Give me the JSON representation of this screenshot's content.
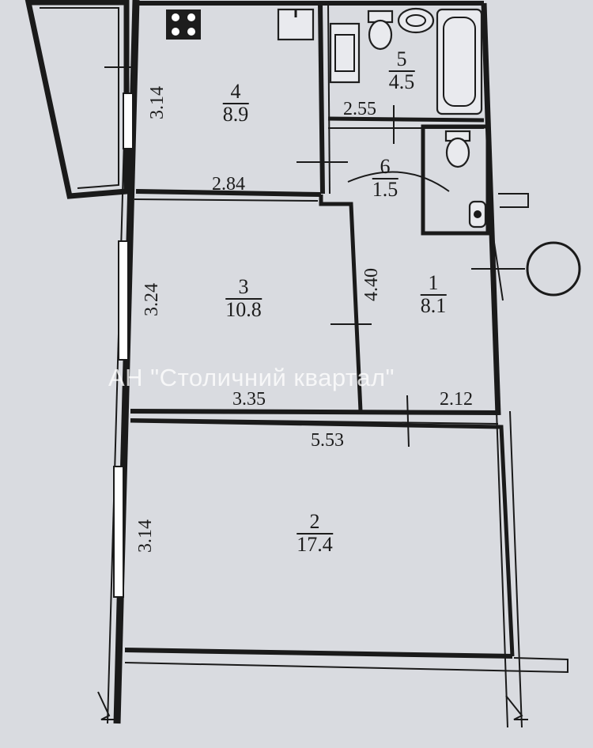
{
  "rooms": [
    {
      "id": "1",
      "area": "8.1"
    },
    {
      "id": "2",
      "area": "17.4"
    },
    {
      "id": "3",
      "area": "10.8"
    },
    {
      "id": "4",
      "area": "8.9"
    },
    {
      "id": "5",
      "area": "4.5"
    },
    {
      "id": "6",
      "area": "1.5"
    }
  ],
  "dimensions": {
    "kitchen_width": "2.84",
    "kitchen_depth": "3.14",
    "bath_width": "2.55",
    "bedroom_depth": "3.24",
    "bedroom_width": "3.35",
    "hall_length": "4.40",
    "hall_width": "2.12",
    "living_width": "5.53",
    "living_depth": "3.14"
  },
  "watermark": "АН \"Столичний квартал\""
}
